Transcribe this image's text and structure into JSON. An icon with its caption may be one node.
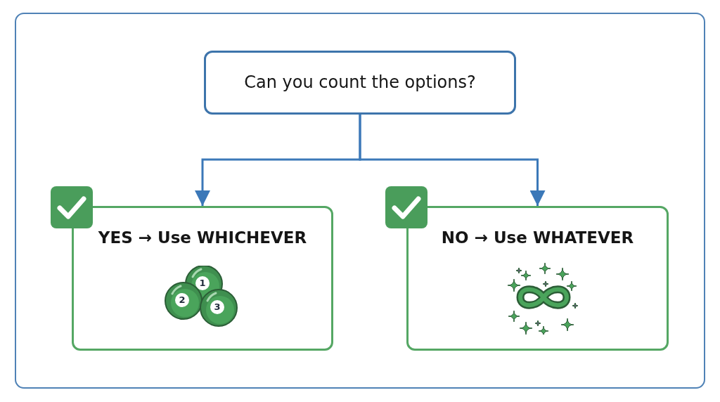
{
  "diagram": {
    "nodes": [
      {
        "text": [
          "Can you count the options?"
        ]
      },
      {
        "text": [
          "YES → Use WHICHEVER"
        ]
      },
      {
        "text": [
          "NO → Use WHATEVER"
        ]
      }
    ],
    "edges": [
      {
        "from": 0,
        "to": 1,
        "arrow": "to"
      },
      {
        "from": 0,
        "to": 2,
        "arrow": "to"
      }
    ],
    "labels": [
      "1",
      "2",
      "3"
    ]
  }
}
